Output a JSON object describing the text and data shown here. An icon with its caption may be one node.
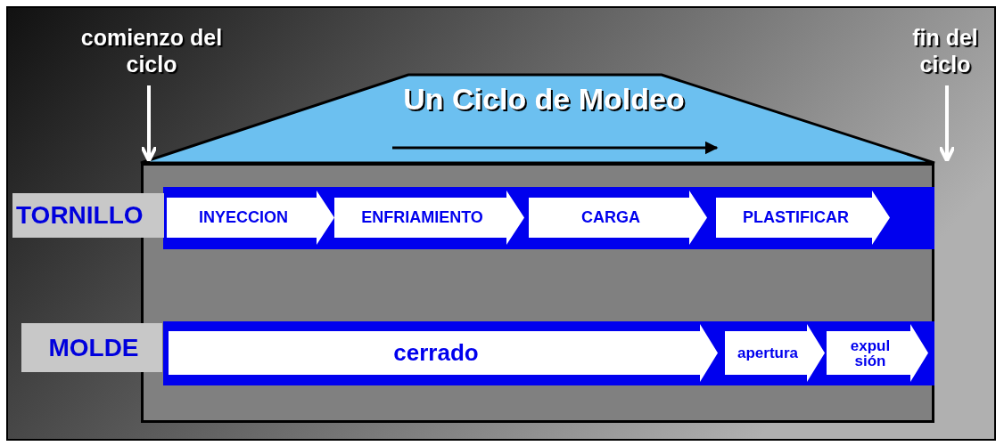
{
  "diagram": {
    "title": "Un Ciclo de Moldeo",
    "nodes": [
      {
        "text": [
          "comienzo del ciclo"
        ]
      },
      {
        "text": [
          "fin del ciclo"
        ]
      },
      {
        "text": [],
        "shape": "box"
      },
      {
        "text": [
          "TORNILLO"
        ]
      },
      {
        "text": [],
        "shape": "bar",
        "in": 2
      },
      {
        "text": [
          "INYECCION"
        ],
        "in": 4
      },
      {
        "text": [
          "ENFRIAMIENTO"
        ],
        "in": 4
      },
      {
        "text": [
          "CARGA"
        ],
        "in": 4
      },
      {
        "text": [
          "PLASTIFICAR"
        ],
        "in": 4
      },
      {
        "text": [
          "MOLDE"
        ]
      },
      {
        "text": [],
        "shape": "bar",
        "in": 2
      },
      {
        "text": [
          "cerrado"
        ],
        "in": 10
      },
      {
        "text": [
          "apertura"
        ],
        "in": 10
      },
      {
        "text": [
          "expul sión"
        ],
        "in": 10
      }
    ],
    "edges": [
      {
        "from": 0,
        "to": 2,
        "arrow": "to"
      },
      {
        "from": 1,
        "to": 2,
        "arrow": "to"
      }
    ]
  }
}
